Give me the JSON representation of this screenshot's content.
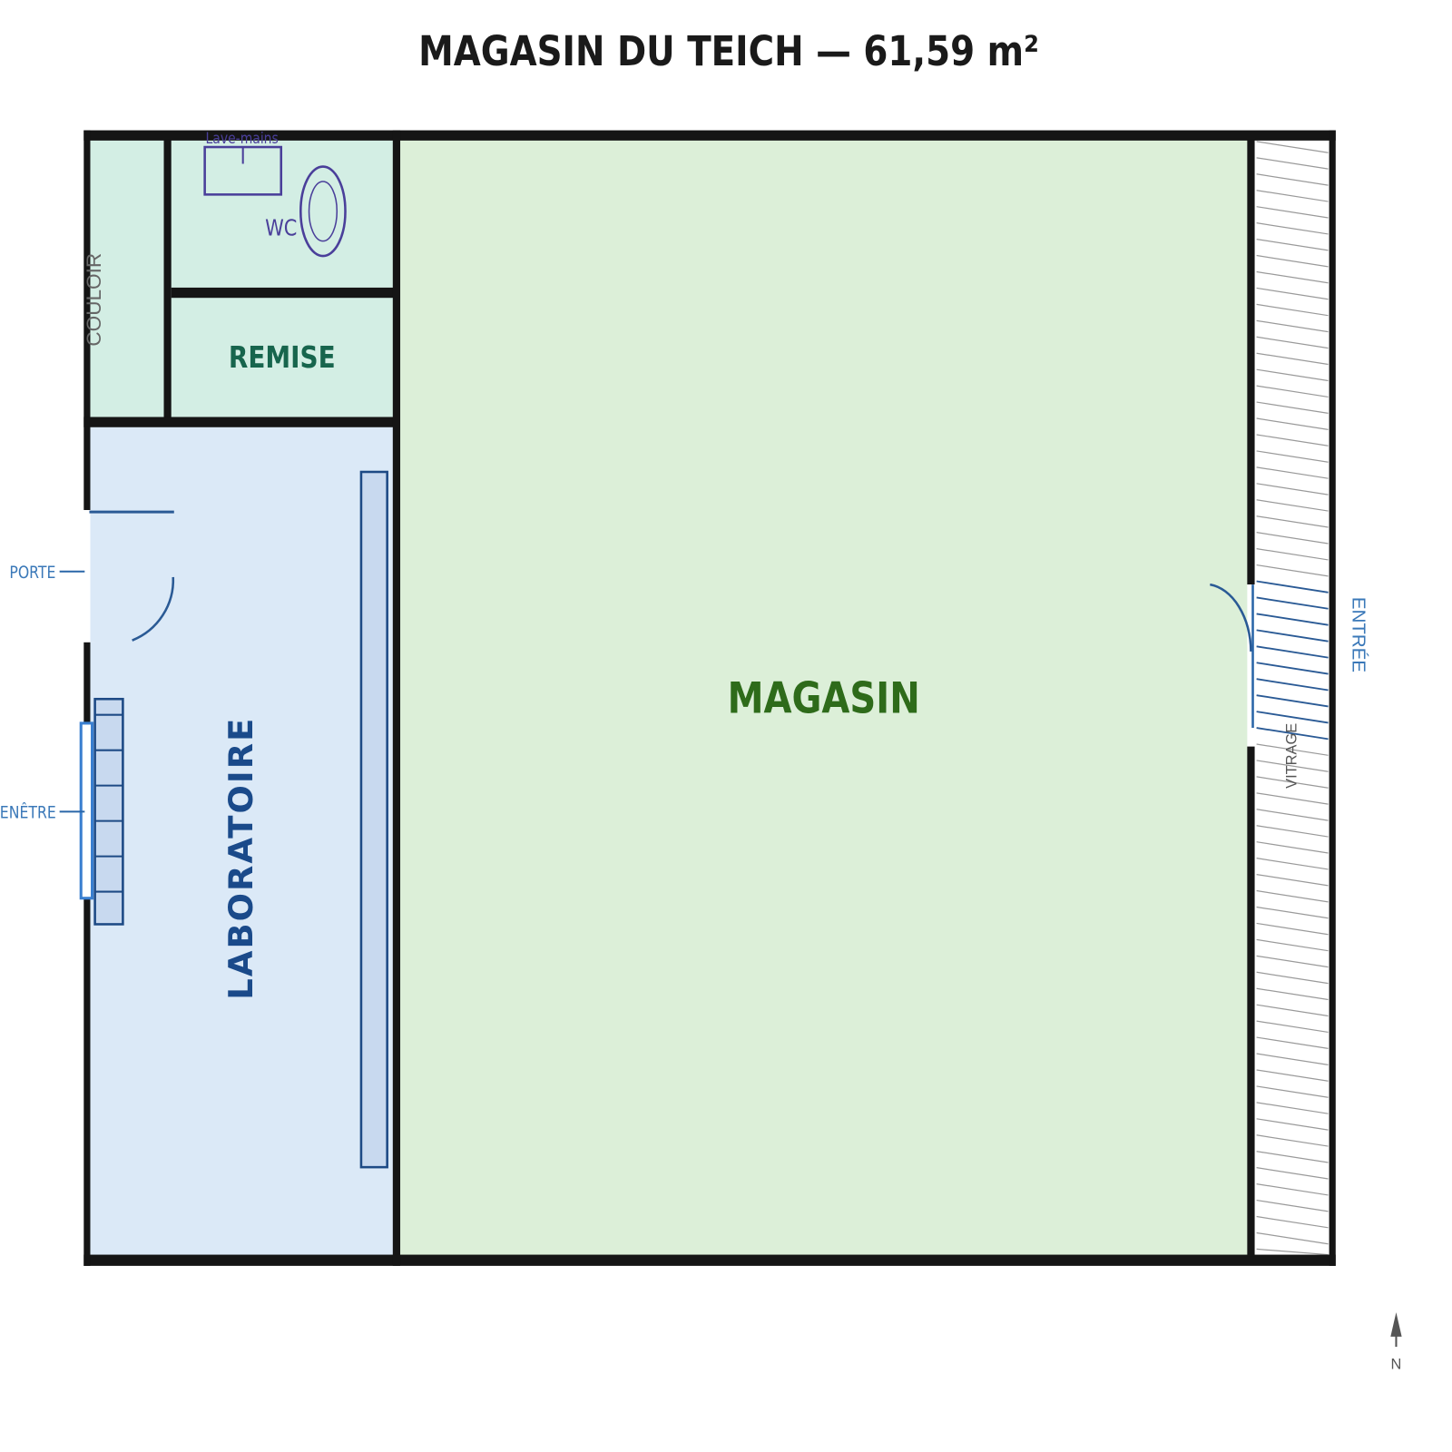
{
  "title": "MAGASIN DU TEICH  —  61,59 m²",
  "rooms": {
    "magasin": "MAGASIN",
    "laboratoire": "LABORATOIRE",
    "remise": "REMISE",
    "wc": "WC",
    "couloir": "COULOIR"
  },
  "fixtures": {
    "lave_mains": "Lave-mains"
  },
  "openings": {
    "porte": "PORTE",
    "fenetre": "ENÊTRE",
    "entree": "ENTRÉE",
    "vitrage": "VITRAGE"
  },
  "compass": "N",
  "colors": {
    "wall": "#151515",
    "magasin_fill": "#dcefd8",
    "lab_fill": "#dbe9f7",
    "service_fill": "#d3eee4",
    "magasin_text": "#2e6b1a",
    "lab_text": "#1a4a8a",
    "remise_text": "#17654d",
    "fixture": "#4a3f9a",
    "opening": "#2a66a8"
  }
}
